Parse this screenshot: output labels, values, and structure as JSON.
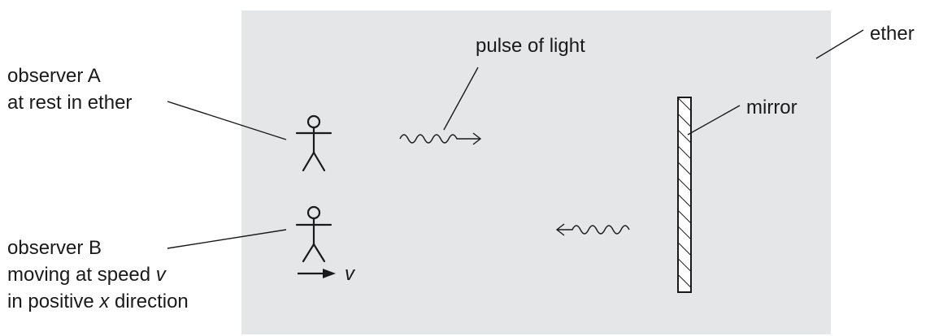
{
  "labels": {
    "ether": "ether",
    "pulse": "pulse of light",
    "mirror": "mirror",
    "observer_a": {
      "line1": "observer A",
      "line2": "at rest in ether"
    },
    "observer_b": {
      "line1": "observer B",
      "line2_prefix": "moving at speed ",
      "line2_var": "v",
      "line3_prefix": "in positive ",
      "line3_var": "x",
      "line3_suffix": " direction"
    },
    "velocity": "v"
  },
  "colors": {
    "ether_region": "#e5e6e8",
    "ink": "#1a1a1a",
    "mirror_fill": "#ffffff"
  }
}
